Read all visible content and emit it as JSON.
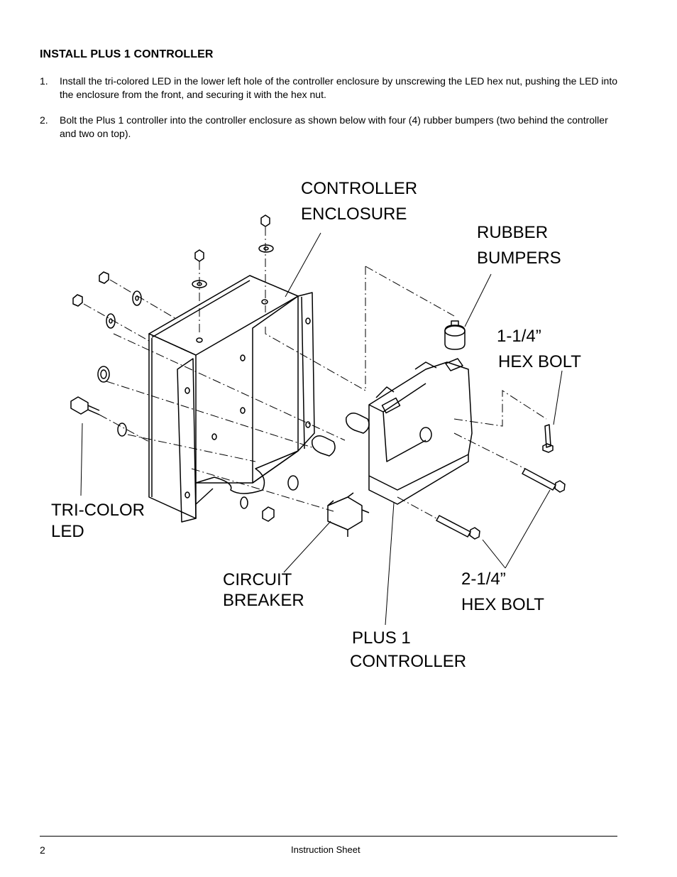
{
  "heading": "INSTALL PLUS 1 CONTROLLER",
  "steps": [
    {
      "num": "1.",
      "text": "Install the tri-colored LED in the lower left hole of the controller enclosure by unscrewing the LED hex nut, pushing the LED into the enclosure from the front, and securing it with the hex nut."
    },
    {
      "num": "2.",
      "text": "Bolt the Plus 1 controller into the controller enclosure as shown below with four (4) rubber bumpers (two behind the controller and two on top)."
    }
  ],
  "callouts": {
    "controller_enclosure": [
      "CONTROLLER",
      "ENCLOSURE"
    ],
    "rubber_bumpers": [
      "RUBBER",
      "BUMPERS"
    ],
    "hex_bolt_short": [
      "1-1/4”",
      "HEX BOLT"
    ],
    "tri_color_led": [
      "TRI-COLOR",
      "LED"
    ],
    "circuit_breaker": [
      "CIRCUIT",
      "BREAKER"
    ],
    "hex_bolt_long": [
      "2-1/4”",
      "HEX BOLT"
    ],
    "plus1_controller": [
      "PLUS 1",
      "CONTROLLER"
    ]
  },
  "footer": {
    "page_number": "2",
    "title": "Instruction Sheet"
  }
}
